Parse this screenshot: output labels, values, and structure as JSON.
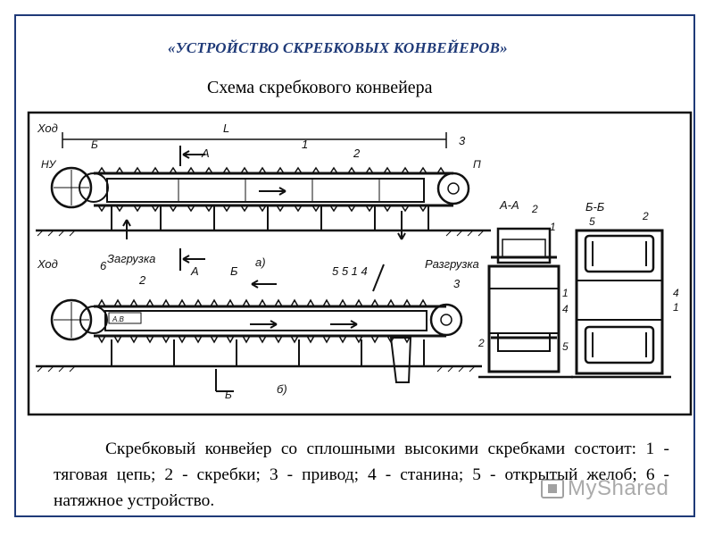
{
  "header": {
    "title": "«УСТРОЙСТВО СКРЕБКОВЫХ КОНВЕЙЕРОВ»",
    "subtitle": "Схема скребкового конвейера"
  },
  "diagram": {
    "labels": {
      "hod_top": "Ход",
      "hod_bottom": "Ход",
      "nu": "НУ",
      "b1": "Б",
      "a1": "А",
      "l": "L",
      "n1": "1",
      "n2": "2",
      "n3": "3",
      "p": "П",
      "zagruzka": "Загрузка",
      "razgruzka": "Разгрузка",
      "a2": "А",
      "b2": "Б",
      "fig_a": "а)",
      "nums_mid": "5 5 1 4",
      "n6": "6",
      "n2b": "2",
      "n3b": "3",
      "tag": "А.В",
      "b3": "Б",
      "fig_b": "б)",
      "aa": "А-А",
      "bb": "Б-Б",
      "aa_2": "2",
      "aa_1": "1",
      "aa_1b": "1",
      "aa_4": "4",
      "aa_2b": "2",
      "aa_5": "5",
      "bb_5": "5",
      "bb_2": "2",
      "bb_4": "4",
      "bb_1": "1"
    }
  },
  "caption": {
    "text": "Скребковый конвейер со сплошными высокими скребками состоит: 1 - тяговая цепь; 2 - скребки; 3 - привод; 4 - станина; 5 - открытый желоб; 6 - натяжное устройство."
  },
  "watermark": {
    "text": "MyShared"
  }
}
